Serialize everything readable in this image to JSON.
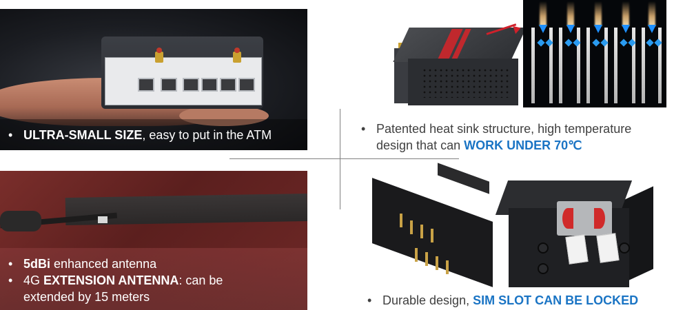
{
  "panels": {
    "size": {
      "bullet": "•",
      "bold": "ULTRA-SMALL SIZE",
      "rest": ", easy to put in the ATM"
    },
    "antenna": {
      "line1_bold": "5dBi",
      "line1_rest": " enhanced antenna",
      "line2_bold": "EXTENSION ANTENNA",
      "line2_pre": "4G ",
      "line2_rest": ": can be",
      "line3": "extended by 15 meters"
    },
    "heat": {
      "line1": "Patented heat sink structure, high temperature",
      "line2_pre": "design that can ",
      "line2_blue": "WORK UNDER 70℃"
    },
    "sim": {
      "pre": "Durable design, ",
      "blue": "SIM SLOT CAN BE LOCKED"
    }
  },
  "colors": {
    "accent_blue": "#1a74c4",
    "accent_red": "#d0202a"
  }
}
